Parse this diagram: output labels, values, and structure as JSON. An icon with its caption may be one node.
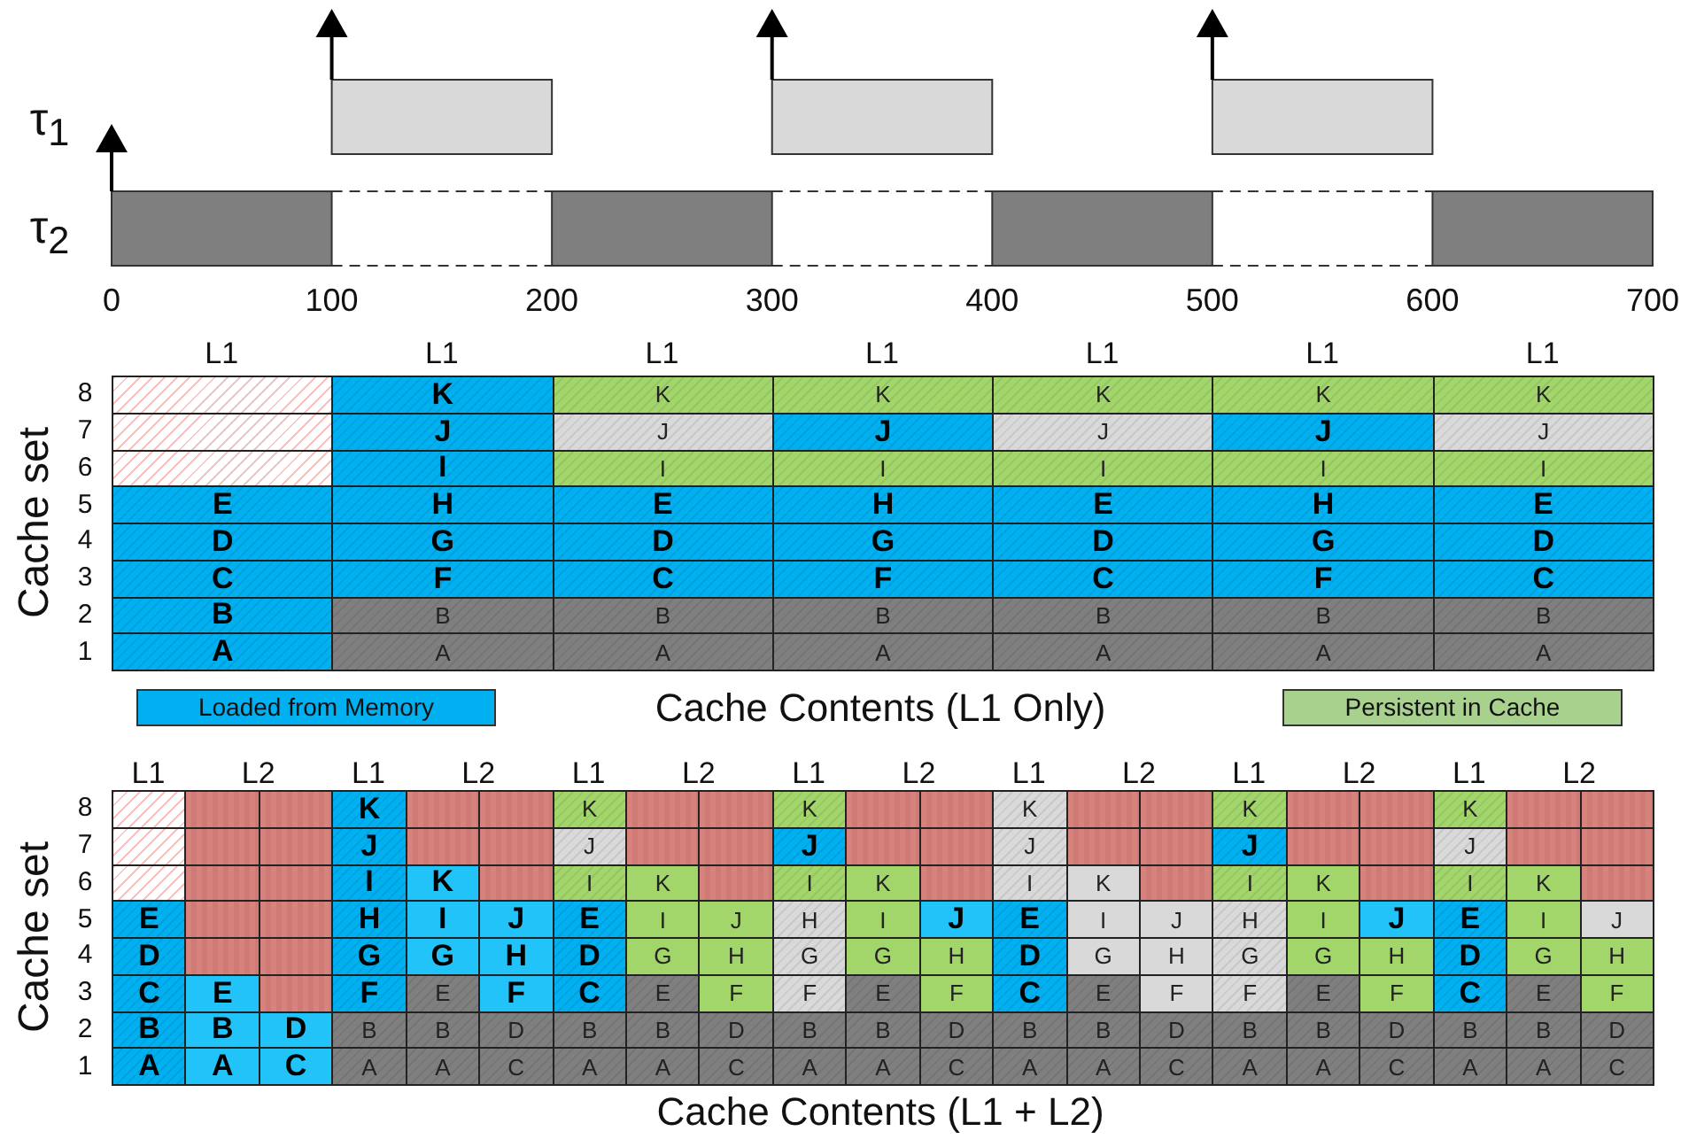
{
  "diagram": {
    "labels": [
      "τ$_{1}$",
      "τ$_{2}$",
      "0",
      "100",
      "200",
      "300",
      "400",
      "500",
      "600",
      "700",
      "L1",
      "L1",
      "L1",
      "L1",
      "L1",
      "L1",
      "L1",
      "Cache set",
      "8",
      "7",
      "6",
      "5",
      "4",
      "3",
      "2",
      "1",
      "K",
      "K",
      "K",
      "K",
      "K",
      "K",
      "J",
      "J",
      "J",
      "J",
      "J",
      "J",
      "I",
      "I",
      "I",
      "I",
      "I",
      "I",
      "E",
      "H",
      "E",
      "H",
      "E",
      "H",
      "E",
      "D",
      "G",
      "D",
      "G",
      "D",
      "G",
      "D",
      "C",
      "F",
      "C",
      "F",
      "C",
      "F",
      "C",
      "B",
      "B",
      "B",
      "B",
      "B",
      "B",
      "B",
      "A",
      "A",
      "A",
      "A",
      "A",
      "A",
      "A",
      "Cache Contents (L1 Only)",
      "L1",
      "L2",
      "L1",
      "L2",
      "L1",
      "L2",
      "L1",
      "L2",
      "L1",
      "L2",
      "L1",
      "L2",
      "L1",
      "L2",
      "Cache set",
      "8",
      "7",
      "6",
      "5",
      "4",
      "3",
      "2",
      "1",
      "K",
      "K",
      "K",
      "K",
      "K",
      "K",
      "J",
      "J",
      "J",
      "J",
      "J",
      "J",
      "I",
      "K",
      "I",
      "K",
      "I",
      "K",
      "I",
      "K",
      "I",
      "K",
      "I",
      "K",
      "E",
      "H",
      "I",
      "J",
      "E",
      "I",
      "J",
      "H",
      "I",
      "J",
      "E",
      "I",
      "J",
      "H",
      "I",
      "J",
      "E",
      "I",
      "J",
      "D",
      "G",
      "G",
      "H",
      "D",
      "G",
      "H",
      "G",
      "G",
      "H",
      "D",
      "G",
      "H",
      "G",
      "G",
      "H",
      "D",
      "G",
      "H",
      "C",
      "E",
      "F",
      "E",
      "F",
      "C",
      "E",
      "F",
      "F",
      "E",
      "F",
      "C",
      "E",
      "F",
      "F",
      "E",
      "F",
      "C",
      "E",
      "F",
      "B",
      "B",
      "D",
      "B",
      "B",
      "D",
      "B",
      "B",
      "D",
      "B",
      "B",
      "D",
      "B",
      "B",
      "D",
      "B",
      "B",
      "D",
      "B",
      "B",
      "D",
      "A",
      "A",
      "C",
      "A",
      "A",
      "C",
      "A",
      "A",
      "C",
      "A",
      "A",
      "C",
      "A",
      "A",
      "C",
      "A",
      "A",
      "C",
      "A",
      "A",
      "C",
      "Cache Contents (L1 + L2)"
    ],
    "legend": [
      {
        "text": "Loaded from Memory",
        "color": "#00b0f0"
      },
      {
        "text": "Persistent in Cache",
        "color": "#a9d18e"
      }
    ]
  }
}
